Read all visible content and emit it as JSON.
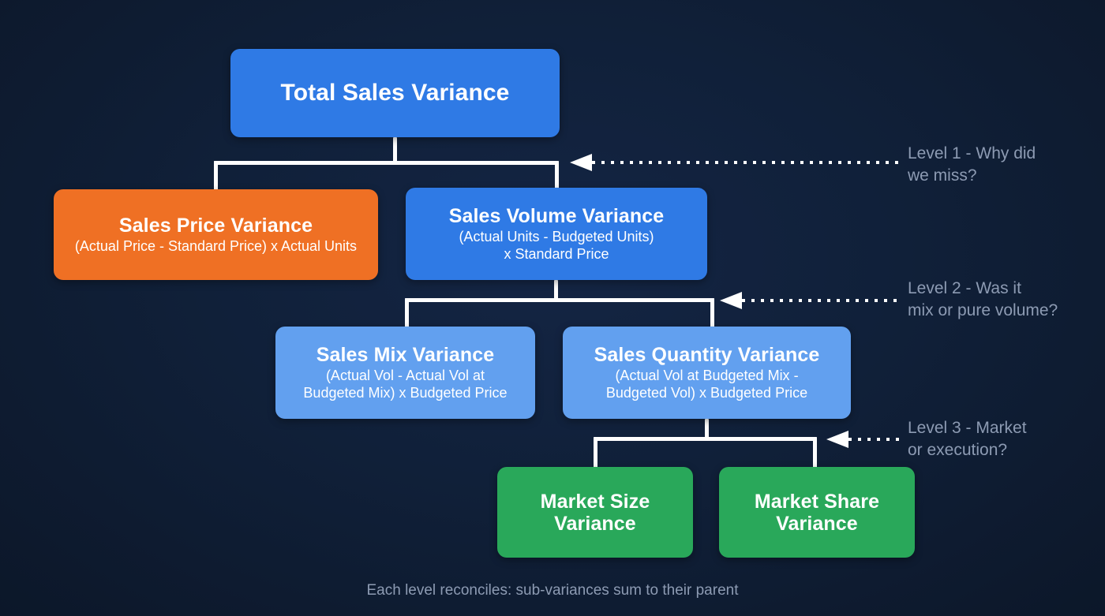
{
  "diagram": {
    "title_caption": "Each level reconciles: sub-variances sum to their parent",
    "nodes": {
      "root": {
        "title": "Total Sales Variance",
        "formula": ""
      },
      "price": {
        "title": "Sales Price Variance",
        "formula": "(Actual Price - Standard Price) x Actual Units"
      },
      "volume": {
        "title": "Sales Volume Variance",
        "formula": "(Actual Units - Budgeted Units)\nx Standard Price"
      },
      "mix": {
        "title": "Sales Mix Variance",
        "formula": "(Actual Vol - Actual Vol at\nBudgeted Mix) x Budgeted Price"
      },
      "quantity": {
        "title": "Sales Quantity Variance",
        "formula": "(Actual Vol at Budgeted Mix -\nBudgeted Vol) x Budgeted Price"
      },
      "size": {
        "title": "Market Size\nVariance",
        "formula": ""
      },
      "share": {
        "title": "Market Share\nVariance",
        "formula": ""
      }
    },
    "annotations": {
      "level1": "Level 1 - Why did\nwe miss?",
      "level2": "Level 2 - Was it\nmix or pure volume?",
      "level3": "Level 3 - Market\nor execution?"
    },
    "colors": {
      "background": "#0f1e38",
      "root_blue": "#2f7ae5",
      "orange": "#ef7024",
      "light_blue": "#62a0ef",
      "green": "#29a85a",
      "connector": "#ffffff",
      "annotation_text": "#8d9bb3"
    }
  }
}
